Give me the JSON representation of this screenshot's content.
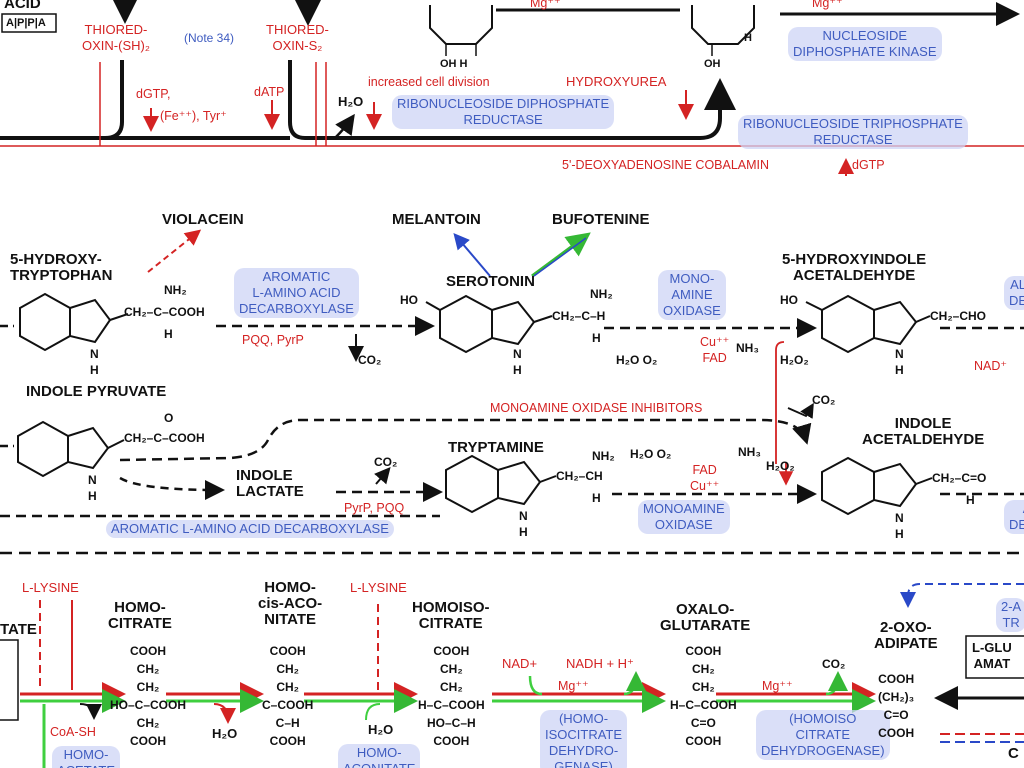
{
  "top": {
    "acid_fragment": "ACID",
    "box_atp": "A|P|P|A",
    "thioredoxin_sh": "THIORED-\nOXIN-(SH)₂",
    "note34": "(Note 34)",
    "thioredoxin_s": "THIORED-\nOXIN-S₂",
    "dgtp_line": "dGTP,",
    "fe_tyr": "(Fe⁺⁺), Tyr⁺",
    "datp": "dATP",
    "h2o": "H₂O",
    "increased_division": "increased cell division",
    "hydroxyurea": "HYDROXYUREA",
    "rdr_enzyme": "RIBONUCLEOSIDE DIPHOSPHATE\nREDUCTASE",
    "mg_left": "Mg⁺⁺",
    "mg_right": "Mg⁺⁺",
    "ndk_enzyme": "NUCLEOSIDE\nDIPHOSPHATE KINASE",
    "rtr_enzyme": "RIBONUCLEOSIDE TRIPHOSPHATE\nREDUCTASE",
    "cobalamin": "5'-DEOXYADENOSINE COBALAMIN",
    "dgtp_right": "dGTP",
    "oh_h_1": "OH  H",
    "oh_h_2": "OH",
    "h_small": "H"
  },
  "middle": {
    "violacein": "VIOLACEIN",
    "melantoin": "MELANTOIN",
    "bufotenine": "BUFOTENINE",
    "hydroxytryptophan": "5-HYDROXY-\nTRYPTOPHAN",
    "htp_sidechain": "CH₂–C–COOH",
    "nh2_a": "NH₂",
    "h_a": "H",
    "aadc_enzyme": "AROMATIC\nL-AMINO ACID\nDECARBOXYLASE",
    "pqq_pyrp": "PQQ, PyrP",
    "co2_a": "CO₂",
    "serotonin": "SEROTONIN",
    "ho_a": "HO",
    "serotonin_sidechain": "CH₂–C–H",
    "nh2_b": "NH₂",
    "h_b": "H",
    "mao_enzyme_a": "MONO-\nAMINE\nOXIDASE",
    "cu_fad_a": "Cu⁺⁺\nFAD",
    "h2o_o2_a": "H₂O   O₂",
    "nh3_a": "NH₃",
    "h2o2_a": "H₂O₂",
    "hiaa": "5-HYDROXYINDOLE\nACETALDEHYDE",
    "ho_b": "HO",
    "hiaa_sidechain": "CH₂–CHO",
    "nad_a": "NAD⁺",
    "right_frag_a": "AL\nDE",
    "indole_pyruvate": "INDOLE PYRUVATE",
    "ip_sidechain": "CH₂–C–COOH",
    "o_a": "O",
    "maoi": "MONOAMINE OXIDASE INHIBITORS",
    "co2_b": "CO₂",
    "indole_acetaldehyde": "INDOLE\nACETALDEHYDE",
    "indole_lactate": "INDOLE\nLACTATE",
    "co2_c": "CO₂",
    "pyrp_pqq": "PyrP, PQQ",
    "tryptamine": "TRYPTAMINE",
    "tryptamine_sidechain": "CH₂–CH",
    "nh2_c": "NH₂",
    "h_c": "H",
    "h2o_o2_b": "H₂O   O₂",
    "fad_cu_b": "FAD\nCu⁺⁺",
    "nh3_b": "NH₃",
    "h2o2_b": "H₂O₂",
    "mao_enzyme_b": "MONOAMINE\nOXIDASE",
    "aadc_enzyme_long": "AROMATIC L-AMINO ACID DECARBOXYLASE",
    "ia_sidechain": "CH₂–C=O",
    "h_d": "H",
    "right_frag_b": "A\nDEHY",
    "nh_label": "N\nH"
  },
  "bottom": {
    "lysine_a": "L-LYSINE",
    "tate": "TATE",
    "homocitrate": "HOMO-\nCITRATE",
    "homocitrate_struct": "COOH\nCH₂\nCH₂\nHO–C–COOH\nCH₂\nCOOH",
    "coa_sh": "CoA-SH",
    "homo_frag": "HOMO-\nACETATE",
    "homo_cis_aconitate": "HOMO-\ncis-ACO-\nNITATE",
    "hca_struct": "COOH\nCH₂\nCH₂\nC–COOH\nC–H\nCOOH",
    "h2o_a": "H₂O",
    "lysine_b": "L-LYSINE",
    "h2o_b": "H₂O",
    "homo_aconitase": "HOMO-\nACONITATE",
    "homoisocitrate": "HOMOISO-\nCITRATE",
    "hic_struct": "COOH\nCH₂\nCH₂\nH–C–COOH\nHO–C–H\nCOOH",
    "nad": "NAD+",
    "nadh": "NADH + H⁺",
    "mg_a": "Mg⁺⁺",
    "hicd_enzyme": "(HOMO-\nISOCITRATE\nDEHYDRO-\nGENASE)",
    "oxaloglutarate": "OXALO-\nGLUTARATE",
    "og_struct": "COOH\nCH₂\nCH₂\nH–C–COOH\nC=O\nCOOH",
    "mg_b": "Mg⁺⁺",
    "co2": "CO₂",
    "hicd_enzyme_b": "(HOMOISO\nCITRATE\nDEHYDROGENASE)",
    "oxoadipate": "2-OXO-\nADIPATE",
    "oa_struct": "COOH\n(CH₂)₃\nC=O\nCOOH",
    "l_glu_box": "L-GLU\nAMAT",
    "right_frag_c": "2-A\nTR",
    "c_frag": "C"
  },
  "colors": {
    "black": "#111111",
    "red": "#d42323",
    "enzyme_blue": "#3f5cc0",
    "green": "#3fcf3f",
    "arrow_blue": "#2a49c8"
  }
}
